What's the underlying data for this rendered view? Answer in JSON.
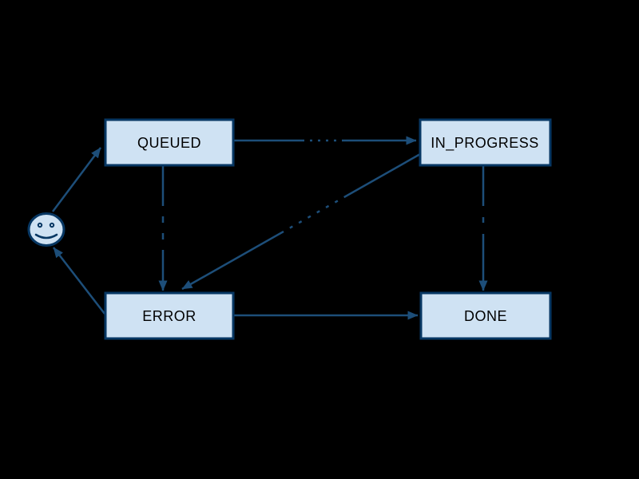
{
  "diagram": {
    "type": "state-diagram",
    "background_color": "#000000",
    "node_fill_color": "#cfe2f3",
    "node_border_color": "#073763",
    "edge_color": "#1d4e79",
    "node_text_color": "#000000",
    "nodes": {
      "start": {
        "id": "start",
        "kind": "smiley-face",
        "label": ""
      },
      "queued": {
        "id": "queued",
        "kind": "box",
        "label": "QUEUED"
      },
      "in_progress": {
        "id": "in_progress",
        "kind": "box",
        "label": "IN_PROGRESS"
      },
      "error": {
        "id": "error",
        "kind": "box",
        "label": "ERROR"
      },
      "done": {
        "id": "done",
        "kind": "box",
        "label": "DONE"
      }
    },
    "edges": [
      {
        "from": "start",
        "to": "queued",
        "has_obscured_label": false
      },
      {
        "from": "queued",
        "to": "in_progress",
        "has_obscured_label": true
      },
      {
        "from": "queued",
        "to": "error",
        "has_obscured_label": true
      },
      {
        "from": "in_progress",
        "to": "error",
        "has_obscured_label": true
      },
      {
        "from": "in_progress",
        "to": "done",
        "has_obscured_label": true
      },
      {
        "from": "error",
        "to": "done",
        "has_obscured_label": false
      },
      {
        "from": "error",
        "to": "start",
        "has_obscured_label": false
      }
    ]
  }
}
